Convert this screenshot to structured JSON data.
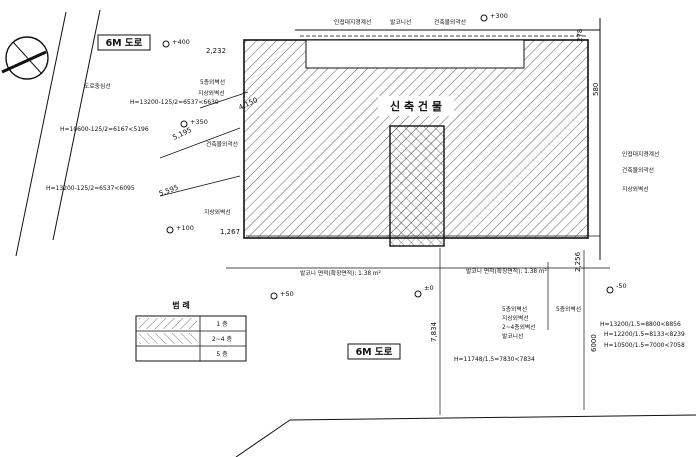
{
  "roads": {
    "top": "6M 도로",
    "bottom": "6M 도로"
  },
  "building": {
    "name": "신 축 건 물"
  },
  "levels": {
    "top_left": "+400",
    "top_center": "+300",
    "left_mid": "+350",
    "left_low": "+100",
    "bottom_left": "+50",
    "bottom_center": "±0",
    "bottom_right": "-50"
  },
  "dimensions": {
    "top": "2,232",
    "left_diag_1": "4,150",
    "left_diag_2": "5,195",
    "left_diag_3": "5,595",
    "left_bottom": "1,267",
    "top_right": "278",
    "right_mid": "580",
    "bottom_right_vert": "2,256",
    "bottom_right_vert2": "6000",
    "bottom_center_vert": "7,834"
  },
  "height_formulas": {
    "left_1": "H=13200-125/2=6537<6630",
    "left_2": "H=10600-125/2=6167<5196",
    "left_3": "H=13200-125/2=6537<6095",
    "bottom_center": "H=11748/1.5=7830<7834",
    "right_1": "H=13200/1.5=8800<8856",
    "right_2": "H=12200/1.5=8133<8239",
    "right_3": "H=10500/1.5=7000<7058"
  },
  "notes": {
    "top_1": "인접대지경계선",
    "top_2": "발코니선",
    "top_3": "건축물외곽선",
    "left_1": "도로중심선",
    "left_2": "5층외벽선",
    "left_3": "지상외벽선",
    "left_4": "건축물외곽선",
    "left_5": "지상외벽선",
    "right_1": "인접대지경계선",
    "right_2": "건축물외곽선",
    "right_3": "지상외벽선",
    "bottom_right_1": "5층외벽선",
    "bottom_right_2": "지상외벽선",
    "bottom_right_3": "2~4층외벽선",
    "bottom_right_4": "발코니선",
    "bottom_right_5": "5층외벽선",
    "balcony_left": "발코니 면적(확장면적): 1.38 m²",
    "balcony_right": "발코니 면적(확장면적): 1.38 m²"
  },
  "legend": {
    "title": "범 례",
    "rows": [
      "1 층",
      "2~4 층",
      "5 층"
    ]
  }
}
